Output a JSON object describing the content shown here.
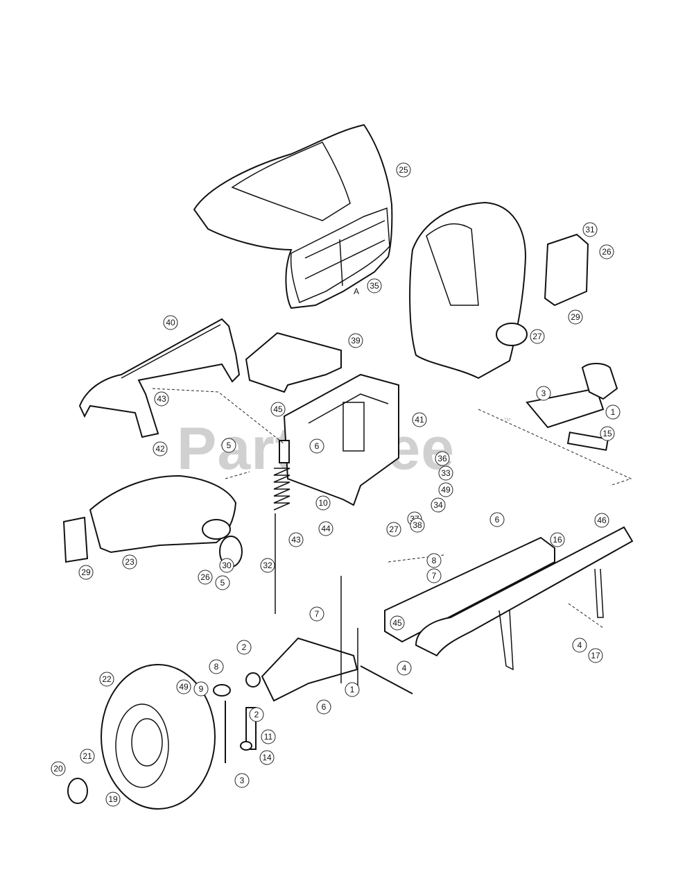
{
  "watermark": {
    "text": "PartsTree",
    "trademark": "™"
  },
  "reference_letter": "A",
  "callouts": [
    "25",
    "35",
    "31",
    "26",
    "29",
    "27",
    "40",
    "39",
    "43",
    "42",
    "45",
    "41",
    "3",
    "1",
    "15",
    "5",
    "6",
    "36",
    "33",
    "49",
    "34",
    "37",
    "10",
    "44",
    "43",
    "27",
    "38",
    "23",
    "29",
    "26",
    "30",
    "5",
    "32",
    "46",
    "16",
    "6",
    "8",
    "7",
    "45",
    "4",
    "17",
    "7",
    "2",
    "4",
    "1",
    "6",
    "8",
    "9",
    "49",
    "2",
    "11",
    "14",
    "3",
    "22",
    "21",
    "20",
    "19"
  ]
}
